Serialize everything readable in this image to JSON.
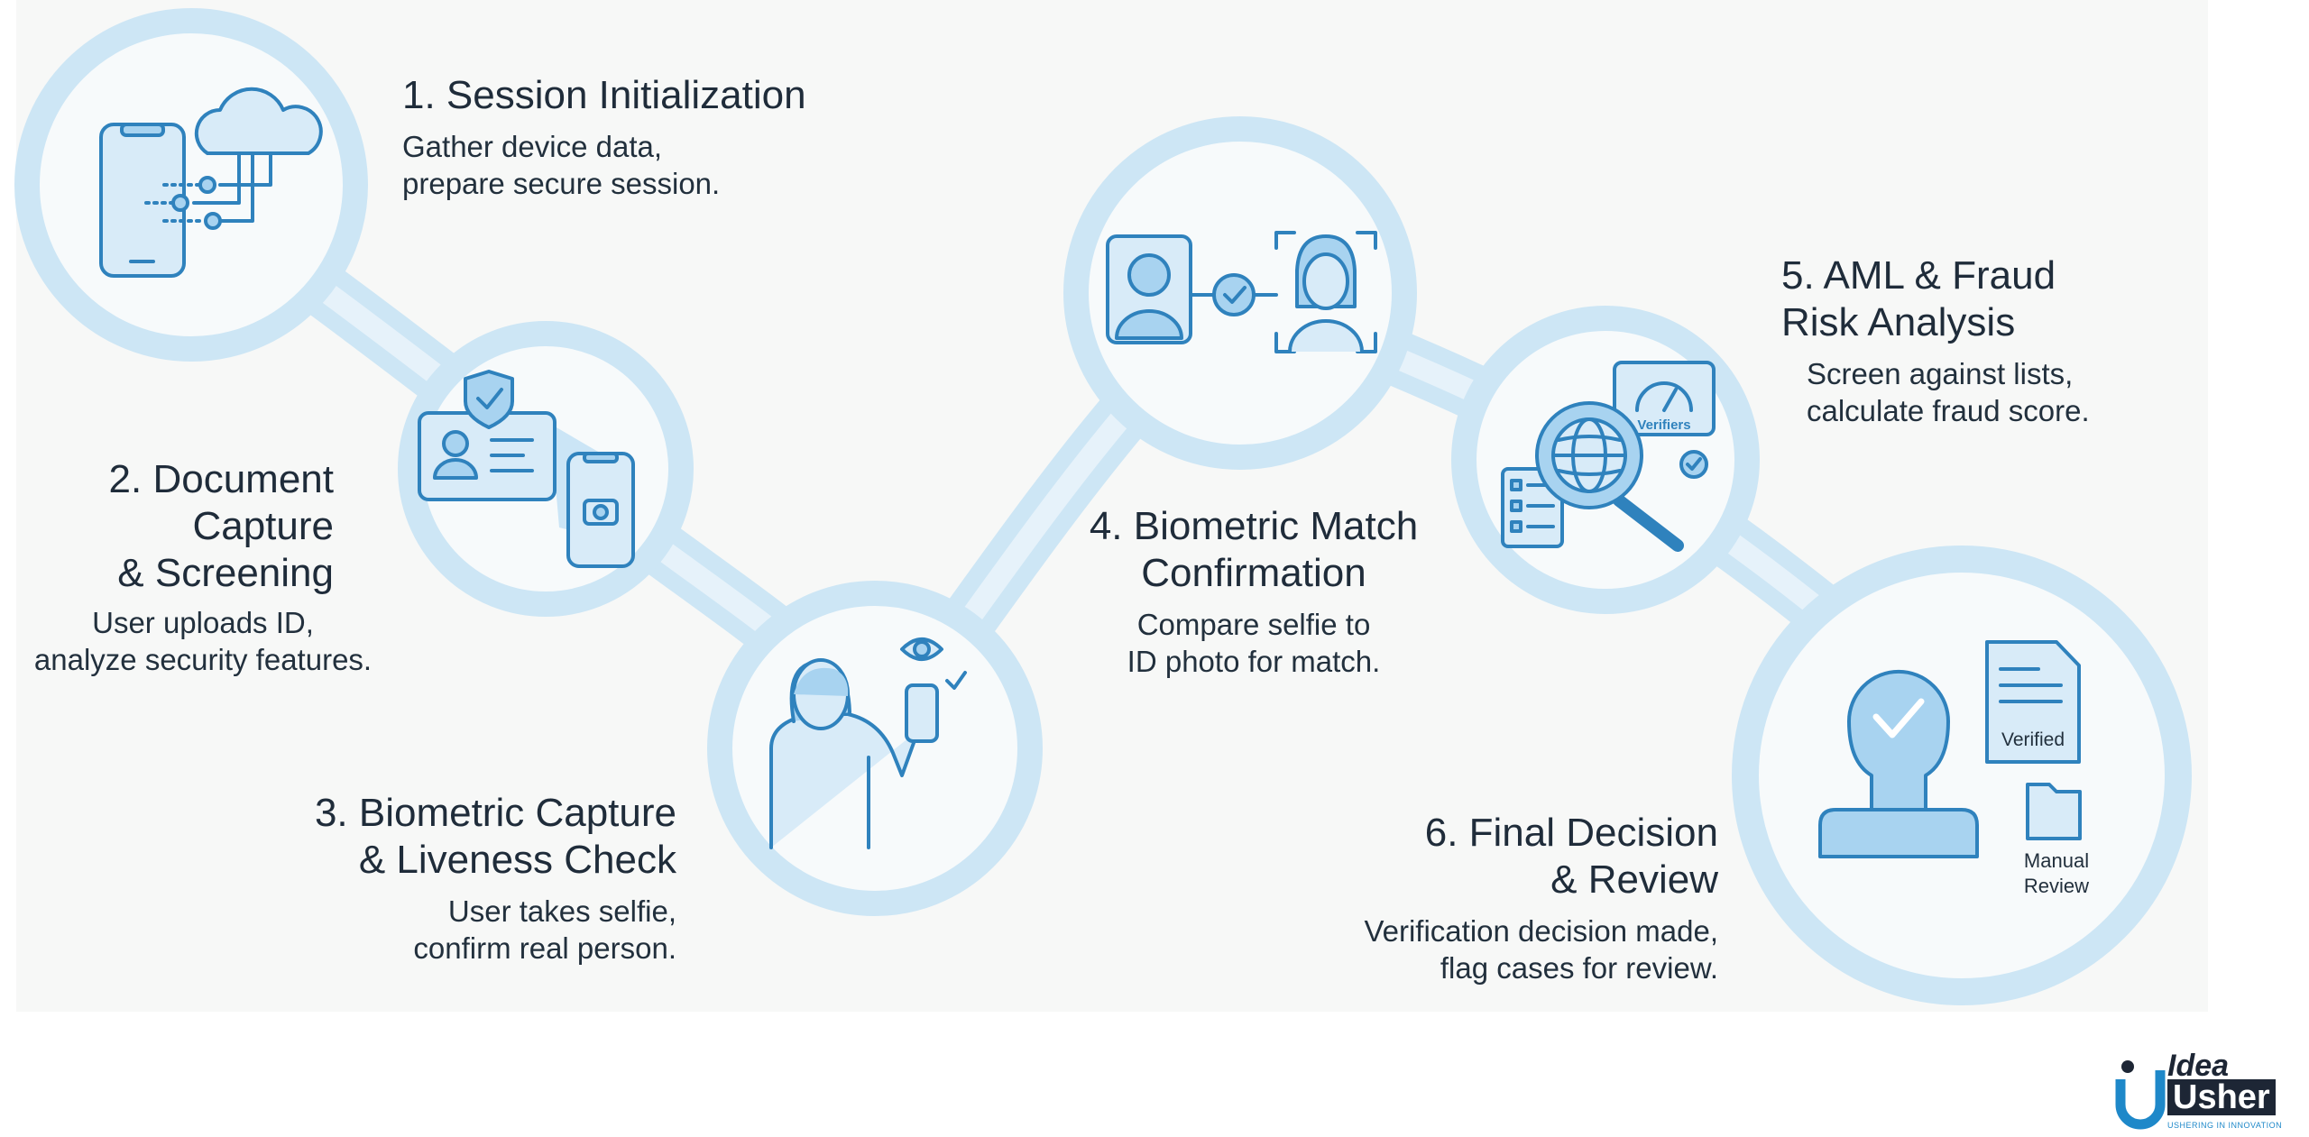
{
  "colors": {
    "ring": "#cde6f5",
    "fill": "#f7fafb",
    "icon_stroke": "#2f82bd",
    "icon_fill": "#a8d3f0",
    "text": "#1f2c3a",
    "brand_blue": "#1e88c9",
    "brand_dark": "#1d2635"
  },
  "steps": [
    {
      "title": "1. Session Initialization",
      "desc": "Gather device data,\nprepare secure session.",
      "icon": "phone-cloud-network-icon"
    },
    {
      "title": "2. Document\nCapture\n& Screening",
      "desc": "User uploads ID,\nanalyze security features.",
      "icon": "id-card-phone-scan-icon"
    },
    {
      "title": "3. Biometric Capture\n& Liveness Check",
      "desc": "User takes selfie,\nconfirm real person.",
      "icon": "person-selfie-eye-icon"
    },
    {
      "title": "4. Biometric Match\nConfirmation",
      "desc": "Compare selfie to\nID photo for match.",
      "icon": "face-match-icon"
    },
    {
      "title": "5. AML & Fraud\nRisk Analysis",
      "desc": "Screen against lists,\ncalculate fraud score.",
      "icon": "globe-magnifier-gauge-icon"
    },
    {
      "title": "6. Final Decision\n& Review",
      "desc": "Verification decision made,\nflag cases for review.",
      "icon": "stamp-document-folder-icon"
    }
  ],
  "icon_labels": {
    "gauge": "Verifiers",
    "verified_doc": "Verified",
    "manual_folder": "Manual\nReview"
  },
  "logo": {
    "line1": "Idea",
    "line2": "Usher",
    "tagline": "USHERING IN INNOVATION"
  }
}
